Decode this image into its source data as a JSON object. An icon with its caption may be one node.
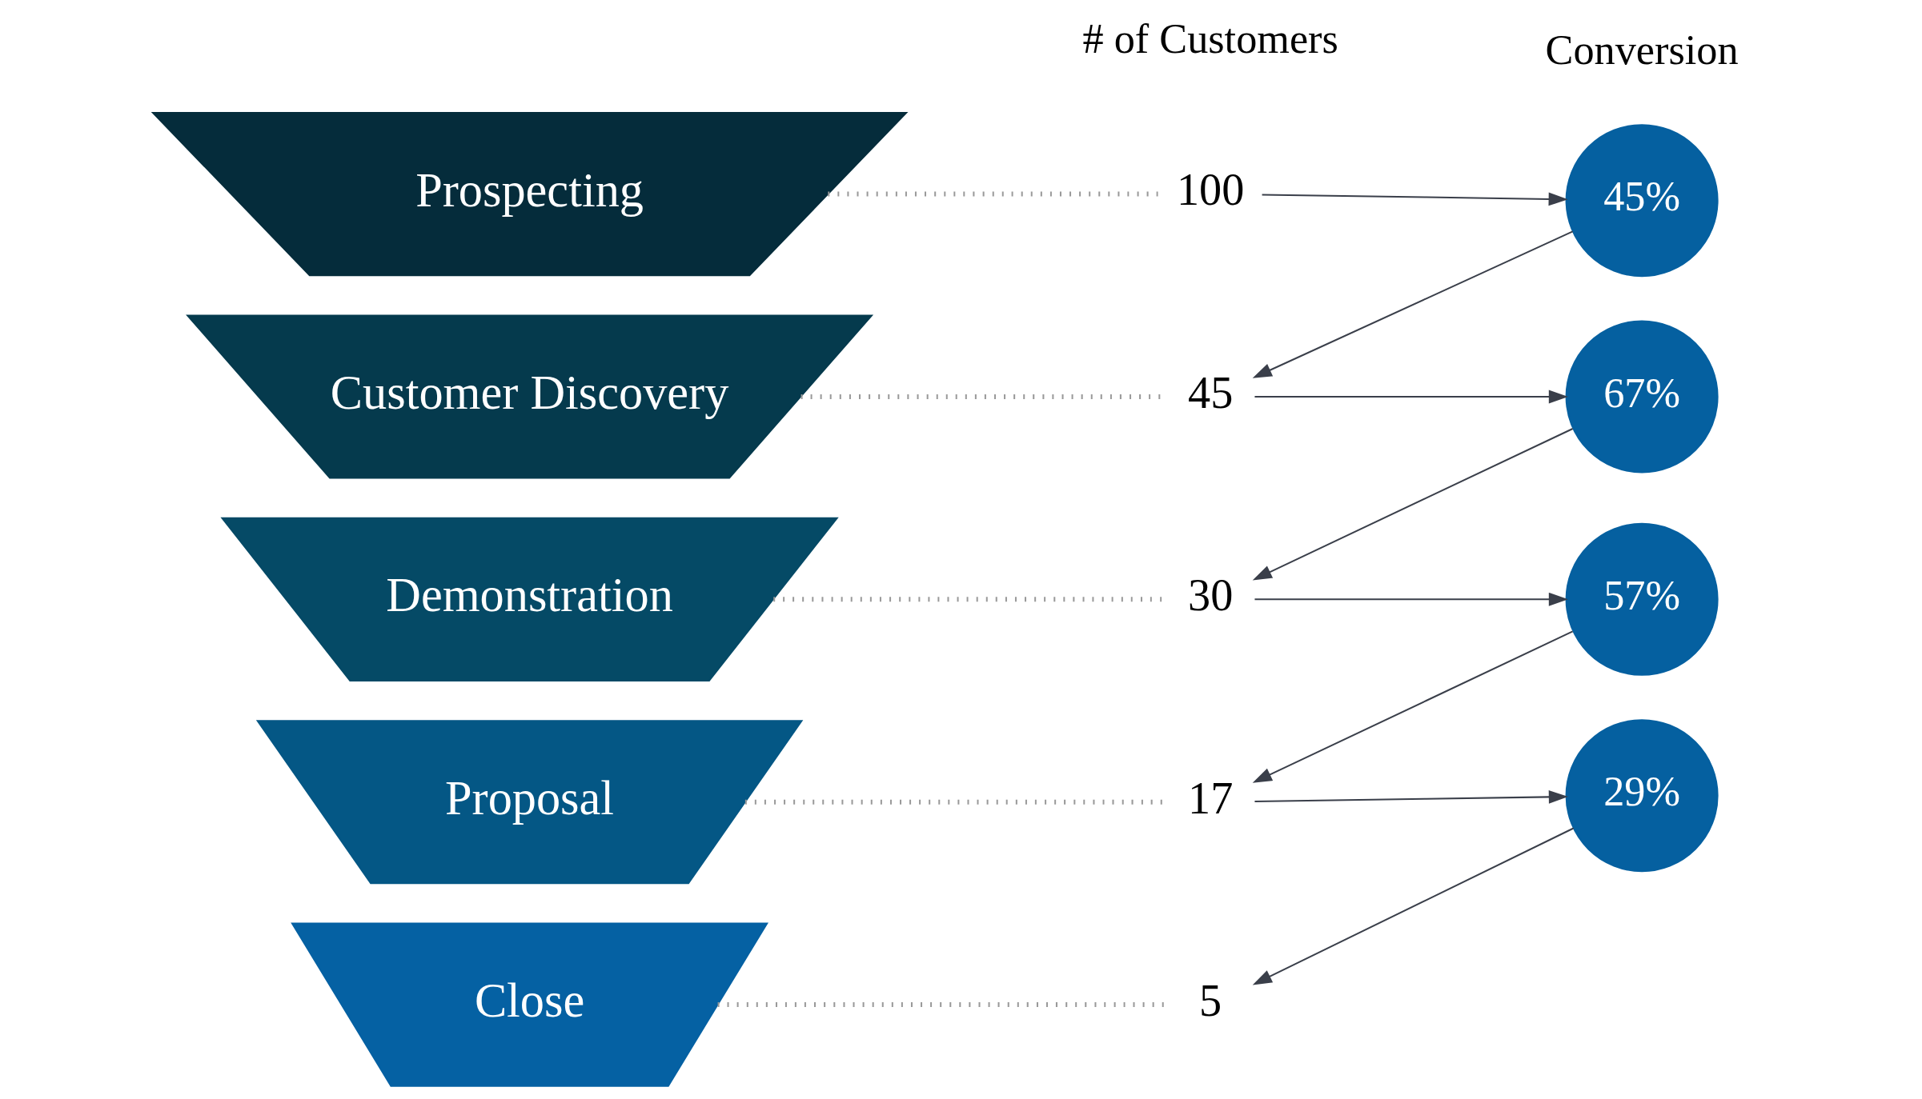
{
  "diagram": {
    "nodes": [
      {
        "text": [
          "Prospecting"
        ]
      },
      {
        "text": [
          "Customer Discovery"
        ]
      },
      {
        "text": [
          "Demonstration"
        ]
      },
      {
        "text": [
          "Proposal"
        ]
      },
      {
        "text": [
          "Close"
        ]
      },
      {
        "text": [
          "100"
        ]
      },
      {
        "text": [
          "45"
        ]
      },
      {
        "text": [
          "30"
        ]
      },
      {
        "text": [
          "17"
        ]
      },
      {
        "text": [
          "5"
        ]
      },
      {
        "text": [
          "45%"
        ]
      },
      {
        "text": [
          "67%"
        ]
      },
      {
        "text": [
          "57%"
        ]
      },
      {
        "text": [
          "29%"
        ]
      }
    ],
    "edges": [
      {
        "from": 0,
        "to": 5,
        "arrow": "none",
        "style": "dashed",
        "color": "#999999"
      },
      {
        "from": 1,
        "to": 6,
        "arrow": "none",
        "style": "dashed",
        "color": "#999999"
      },
      {
        "from": 2,
        "to": 7,
        "arrow": "none",
        "style": "dashed",
        "color": "#999999"
      },
      {
        "from": 3,
        "to": 8,
        "arrow": "none",
        "style": "dashed",
        "color": "#999999"
      },
      {
        "from": 4,
        "to": 9,
        "arrow": "none",
        "style": "dashed",
        "color": "#999999"
      },
      {
        "from": 5,
        "to": 10,
        "arrow": "to"
      },
      {
        "from": 10,
        "to": 6,
        "arrow": "to"
      },
      {
        "from": 6,
        "to": 11,
        "arrow": "to"
      },
      {
        "from": 11,
        "to": 7,
        "arrow": "to"
      },
      {
        "from": 7,
        "to": 12,
        "arrow": "to"
      },
      {
        "from": 12,
        "to": 8,
        "arrow": "to"
      },
      {
        "from": 8,
        "to": 13,
        "arrow": "to"
      },
      {
        "from": 13,
        "to": 9,
        "arrow": "to"
      }
    ],
    "labels": [
      "# of Customers",
      "Conversion"
    ]
  }
}
